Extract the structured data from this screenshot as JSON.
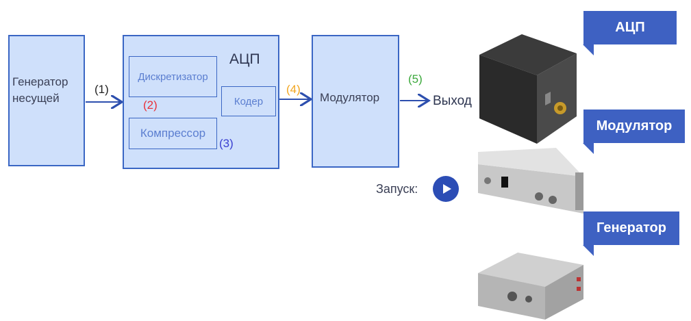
{
  "diagram": {
    "generator": "Генератор несущей",
    "adc_title": "АЦП",
    "sampler": "Дискретизатор",
    "compressor": "Компрессор",
    "coder": "Кодер",
    "modulator": "Модулятор",
    "output": "Выход",
    "signals": [
      "(1)",
      "(2)",
      "(3)",
      "(4)",
      "(5)"
    ],
    "signal_colors": [
      "#222222",
      "#e8313a",
      "#3a3fd1",
      "#f2a51e",
      "#3aa83a"
    ]
  },
  "launch": {
    "label": "Запуск:",
    "icon": "play-icon"
  },
  "device_tags": [
    "АЦП",
    "Модулятор",
    "Генератор"
  ],
  "colors": {
    "block_fill": "#cfe0fb",
    "block_border": "#3a66c4",
    "tag": "#3e61c2"
  }
}
